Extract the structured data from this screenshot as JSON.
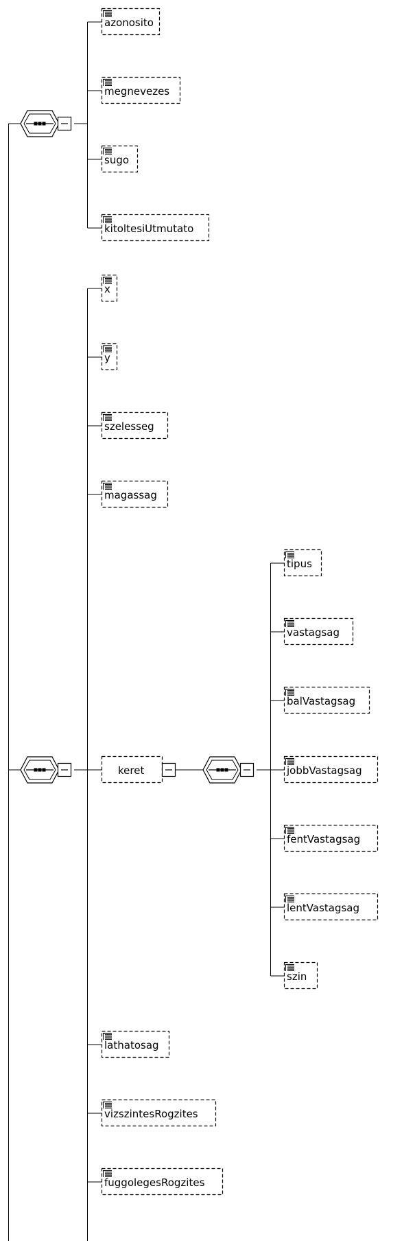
{
  "groups": [
    {
      "elements": [
        "azonosito",
        "megnevezes",
        "sugo",
        "kitoltesiUtmutato"
      ]
    },
    {
      "elements": [
        "x",
        "y",
        "szelesseg",
        "magassag",
        "keret",
        "lathatosag",
        "vizszintesRogzites",
        "fuggolegesRogzites"
      ]
    }
  ],
  "keret_children": [
    "tipus",
    "vastagsag",
    "balVastagsag",
    "jobbVastagsag",
    "fentVastagsag",
    "lentVastagsag",
    "szin"
  ],
  "icons": {
    "sequence": "sequence-compositor-icon",
    "collapse": "collapse-minus-icon",
    "element": "element-content-icon"
  },
  "colors": {
    "line": "#000000",
    "box_border": "#000000",
    "background": "#ffffff"
  }
}
